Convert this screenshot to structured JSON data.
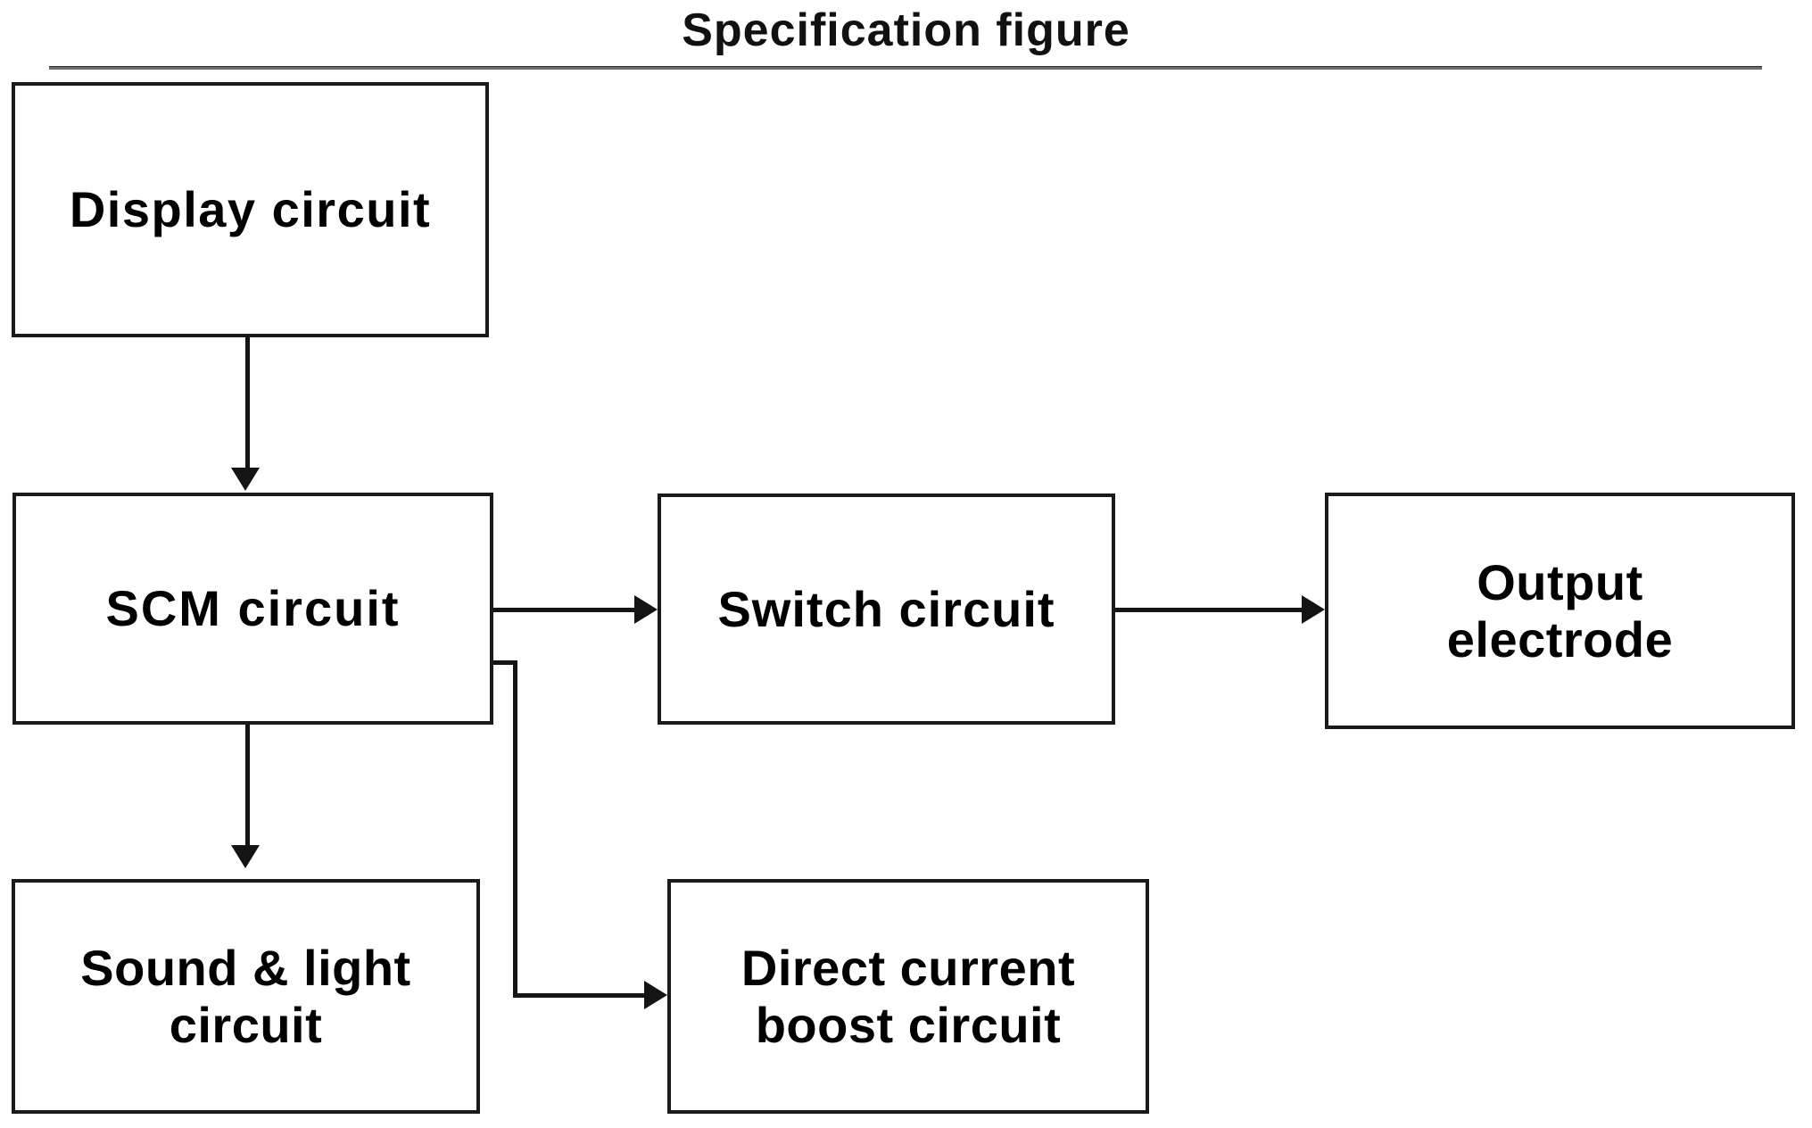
{
  "figure": {
    "title": "Specification  figure",
    "background_color": "#ffffff",
    "line_color": "#141414",
    "text_color": "#000000",
    "rule_color": "#6d6d6d"
  },
  "nodes": [
    {
      "id": "display",
      "label": "Display circuit"
    },
    {
      "id": "scm",
      "label": "SCM  circuit"
    },
    {
      "id": "switch",
      "label": "Switch circuit"
    },
    {
      "id": "output",
      "label": "Output\nelectrode"
    },
    {
      "id": "sound",
      "label": "Sound & light\ncircuit"
    },
    {
      "id": "dcboost",
      "label": "Direct  current\nboost  circuit"
    }
  ],
  "node_labels": {
    "display": "Display circuit",
    "scm": "SCM  circuit",
    "switch": "Switch circuit",
    "output_line1": "Output",
    "output_line2": "electrode",
    "sound_line1": "Sound & light",
    "sound_line2": "circuit",
    "dcboost_line1": "Direct  current",
    "dcboost_line2": "boost  circuit"
  },
  "connections": [
    {
      "id": "display-to-scm",
      "from": "display",
      "to": "scm",
      "shape": "vertical",
      "arrowhead": "down"
    },
    {
      "id": "scm-to-switch",
      "from": "scm",
      "to": "switch",
      "shape": "horizontal",
      "arrowhead": "right"
    },
    {
      "id": "switch-to-output",
      "from": "switch",
      "to": "output",
      "shape": "horizontal",
      "arrowhead": "right"
    },
    {
      "id": "scm-to-sound",
      "from": "scm",
      "to": "sound",
      "shape": "vertical",
      "arrowhead": "down"
    },
    {
      "id": "scm-to-dcboost",
      "from": "scm",
      "to": "dcboost",
      "shape": "elbow",
      "arrowhead": "right"
    }
  ]
}
